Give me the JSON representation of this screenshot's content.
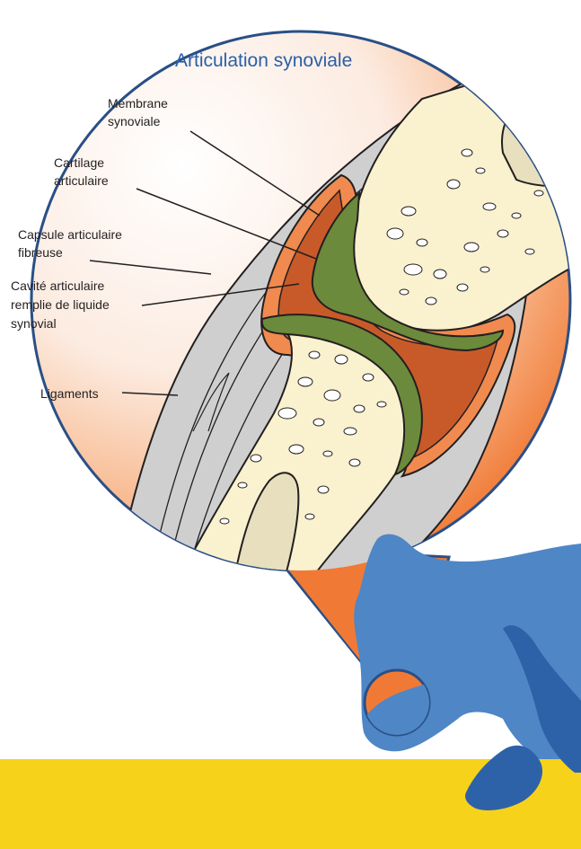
{
  "title": "Articulation synoviale",
  "labels": {
    "membrane": [
      "Membrane",
      "synoviale"
    ],
    "cartilage": [
      "Cartilage",
      "articulaire"
    ],
    "capsule": [
      "Capsule articulaire",
      "fibreuse"
    ],
    "cavite": [
      "Cavité articulaire",
      "remplie de liquide",
      "synovial"
    ],
    "ligaments": [
      "Ligaments"
    ]
  },
  "colors": {
    "title": "#2a5fa8",
    "bone": "#faf1cf",
    "cartilage": "#6b8a3b",
    "synovial_fluid": "#c85a2a",
    "membrane": "#f08a4f",
    "capsule": "#cfcfcf",
    "bubble_orange": "#f07a35",
    "bubble_pale": "#fbe6da",
    "cat_blue": "#4f86c6",
    "cat_dark_blue": "#2e62a8",
    "band_yellow": "#f7d21a"
  }
}
